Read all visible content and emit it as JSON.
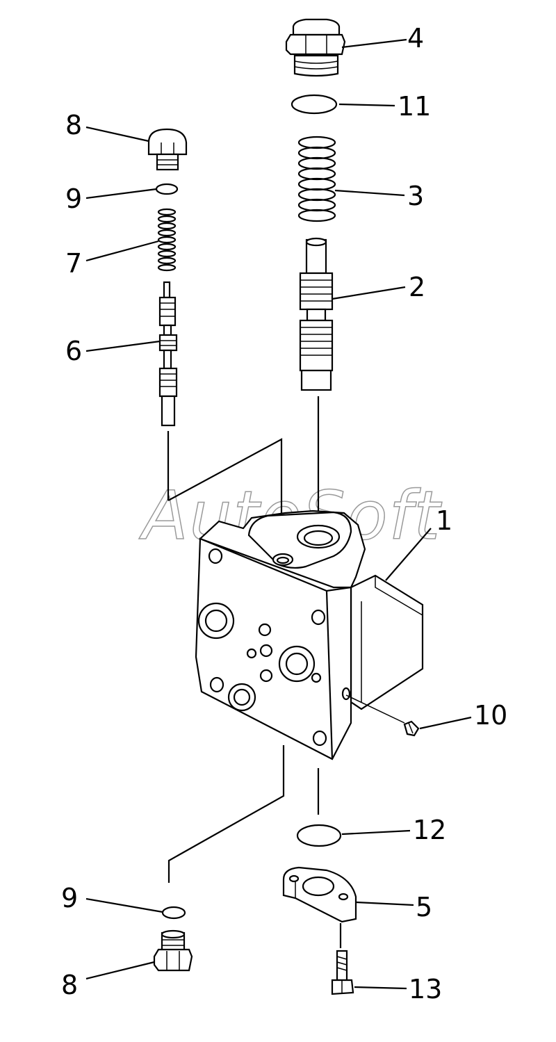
{
  "watermark": "AutoSoft",
  "callouts": [
    {
      "id": "c1",
      "text": "1"
    },
    {
      "id": "c2",
      "text": "2"
    },
    {
      "id": "c3",
      "text": "3"
    },
    {
      "id": "c4",
      "text": "4"
    },
    {
      "id": "c5",
      "text": "5"
    },
    {
      "id": "c6",
      "text": "6"
    },
    {
      "id": "c7",
      "text": "7"
    },
    {
      "id": "c8a",
      "text": "8"
    },
    {
      "id": "c8b",
      "text": "8"
    },
    {
      "id": "c9a",
      "text": "9"
    },
    {
      "id": "c9b",
      "text": "9"
    },
    {
      "id": "c10",
      "text": "10"
    },
    {
      "id": "c11",
      "text": "11"
    },
    {
      "id": "c12",
      "text": "12"
    },
    {
      "id": "c13",
      "text": "13"
    }
  ]
}
